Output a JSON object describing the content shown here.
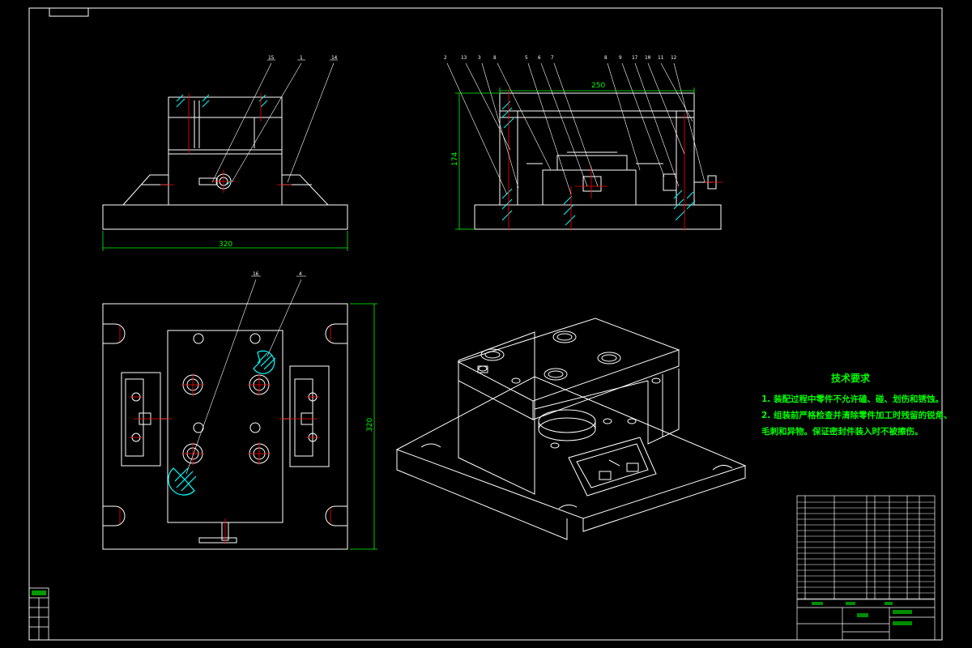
{
  "dimensions": {
    "front_width": "320",
    "side_length": "250",
    "side_height": "174",
    "top_height": "320"
  },
  "tech_requirements": {
    "title": "技术要求",
    "line1": "1. 装配过程中零件不允许磕、碰、划伤和锈蚀。",
    "line2": "2. 组装前严格检查并清除零件加工时残留的锐角、",
    "line3": "毛刺和异物。保证密封件装入时不被擦伤。"
  },
  "callouts": {
    "front_view": [
      "15",
      "1",
      "14"
    ],
    "side_view": [
      "2",
      "13",
      "3",
      "8",
      "5",
      "6",
      "7",
      "8",
      "9",
      "17",
      "10",
      "11",
      "12"
    ],
    "top_view": [
      "16",
      "4"
    ]
  },
  "colors": {
    "outline": "#ffffff",
    "dimension": "#00ff00",
    "centerline": "#ff0000",
    "hatch": "#00ffff"
  }
}
